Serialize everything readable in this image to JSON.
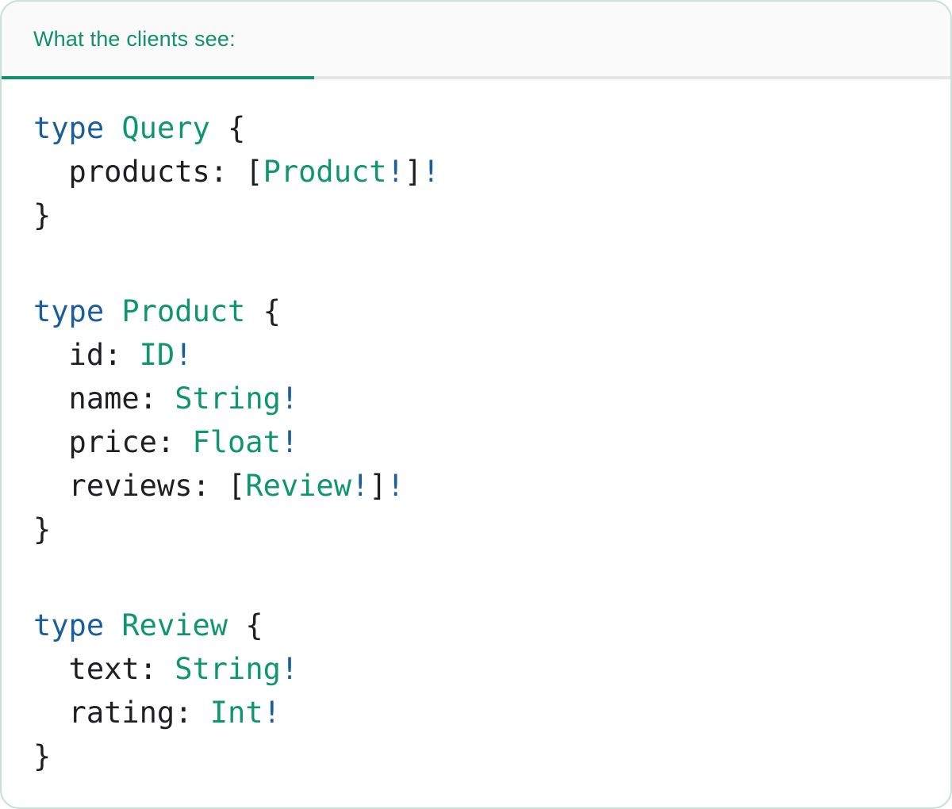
{
  "tab": {
    "label": "What the clients see:"
  },
  "colors": {
    "accent_green": "#11906c",
    "keyword_blue": "#1b5e9e",
    "type_green": "#10966e",
    "code_plain": "#1f1f22",
    "divider_gray": "#e5e5e5",
    "header_bg": "#fafafa",
    "card_border": "#c9e0d5",
    "card_bg": "#ffffff"
  },
  "code": {
    "language": "graphql",
    "blocks": [
      {
        "name": "query",
        "lines": [
          [
            [
              "kw",
              "type"
            ],
            [
              "pl",
              " "
            ],
            [
              "ty",
              "Query"
            ],
            [
              "pl",
              " {"
            ]
          ],
          [
            [
              "pl",
              "  products: ["
            ],
            [
              "ty",
              "Product"
            ],
            [
              "kw",
              "!"
            ],
            [
              "pl",
              "]"
            ],
            [
              "kw",
              "!"
            ]
          ],
          [
            [
              "pl",
              "}"
            ]
          ]
        ]
      },
      {
        "name": "product",
        "lines": [
          [
            [
              "kw",
              "type"
            ],
            [
              "pl",
              " "
            ],
            [
              "ty",
              "Product"
            ],
            [
              "pl",
              " {"
            ]
          ],
          [
            [
              "pl",
              "  id: "
            ],
            [
              "ty",
              "ID"
            ],
            [
              "kw",
              "!"
            ]
          ],
          [
            [
              "pl",
              "  name: "
            ],
            [
              "ty",
              "String"
            ],
            [
              "kw",
              "!"
            ]
          ],
          [
            [
              "pl",
              "  price: "
            ],
            [
              "ty",
              "Float"
            ],
            [
              "kw",
              "!"
            ]
          ],
          [
            [
              "pl",
              "  reviews: ["
            ],
            [
              "ty",
              "Review"
            ],
            [
              "kw",
              "!"
            ],
            [
              "pl",
              "]"
            ],
            [
              "kw",
              "!"
            ]
          ],
          [
            [
              "pl",
              "}"
            ]
          ]
        ]
      },
      {
        "name": "review",
        "lines": [
          [
            [
              "kw",
              "type"
            ],
            [
              "pl",
              " "
            ],
            [
              "ty",
              "Review"
            ],
            [
              "pl",
              " {"
            ]
          ],
          [
            [
              "pl",
              "  text: "
            ],
            [
              "ty",
              "String"
            ],
            [
              "kw",
              "!"
            ]
          ],
          [
            [
              "pl",
              "  rating: "
            ],
            [
              "ty",
              "Int"
            ],
            [
              "kw",
              "!"
            ]
          ],
          [
            [
              "pl",
              "}"
            ]
          ]
        ]
      }
    ]
  }
}
